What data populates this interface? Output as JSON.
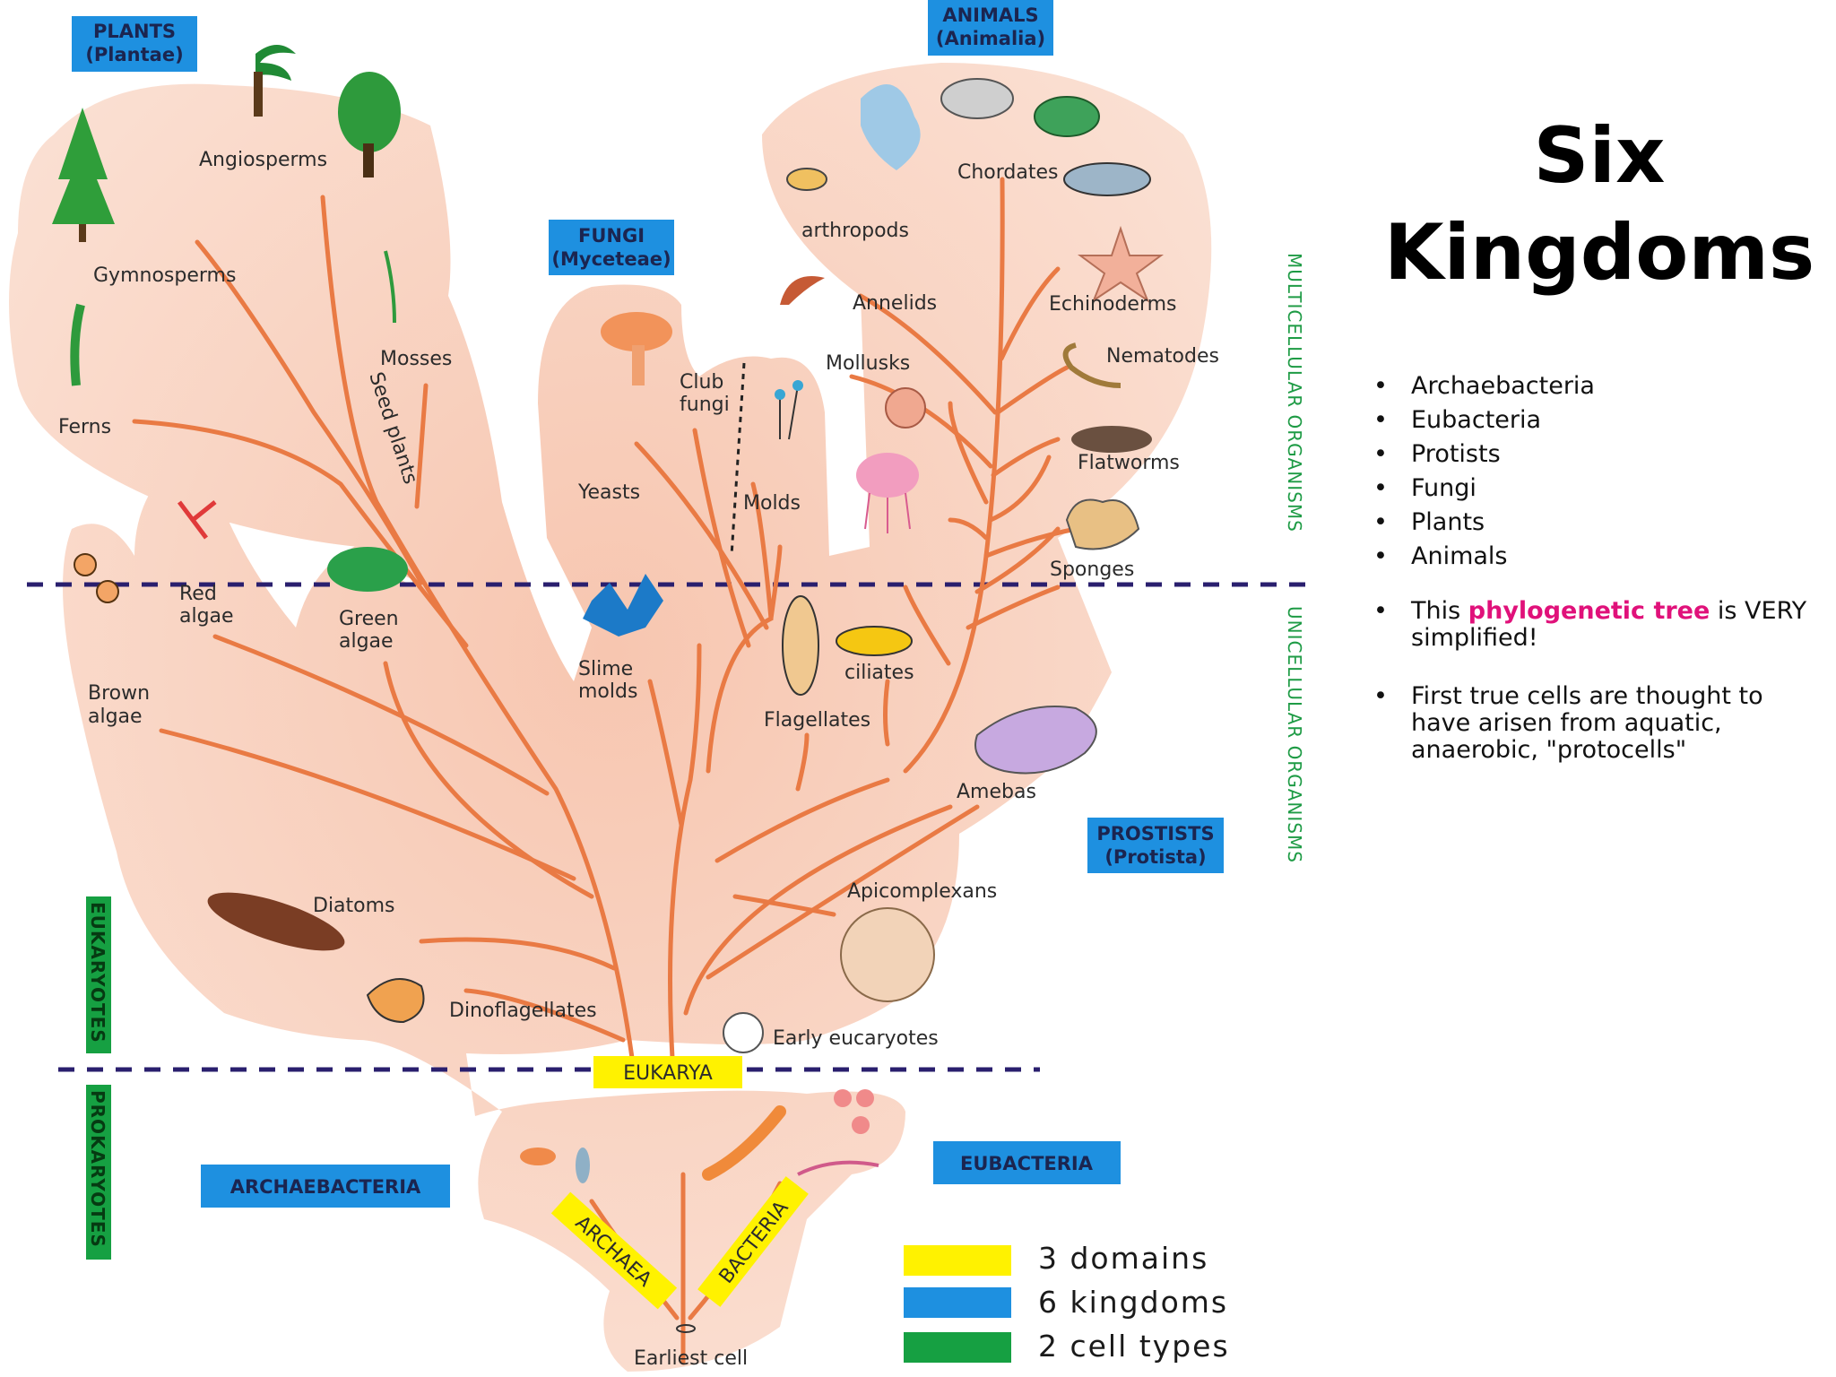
{
  "kingdom_boxes": {
    "plants": [
      "PLANTS",
      "(Plantae)"
    ],
    "animals": [
      "ANIMALS",
      "(Animalia)"
    ],
    "fungi": [
      "FUNGI",
      "(Myceteae)"
    ],
    "protists": [
      "PROSTISTS",
      "(Protista)"
    ],
    "archaebacteria": "ARCHAEBACTERIA",
    "eubacteria": "EUBACTERIA"
  },
  "domain_label": "EUKARYA",
  "branch_labels": {
    "archaea": "ARCHAEA",
    "bacteria": "BACTERIA",
    "seed_plants": "Seed plants"
  },
  "organisms": {
    "angiosperms": "Angiosperms",
    "gymnosperms": "Gymnosperms",
    "mosses": "Mosses",
    "ferns": "Ferns",
    "red_algae": [
      "Red",
      "algae"
    ],
    "green_algae": [
      "Green",
      "algae"
    ],
    "brown_algae": [
      "Brown",
      "algae"
    ],
    "club_fungi": [
      "Club",
      "fungi"
    ],
    "yeasts": "Yeasts",
    "molds": "Molds",
    "slime_molds": [
      "Slime",
      "molds"
    ],
    "chordates": "Chordates",
    "arthropods": "arthropods",
    "annelids": "Annelids",
    "echinoderms": "Echinoderms",
    "mollusks": "Mollusks",
    "nematodes": "Nematodes",
    "flatworms": "Flatworms",
    "sponges": "Sponges",
    "ciliates": "ciliates",
    "flagellates": "Flagellates",
    "amebas": "Amebas",
    "apicomplexans": "Apicomplexans",
    "diatoms": "Diatoms",
    "dinoflagellates": "Dinoflagellates",
    "early_eucaryotes": "Early eucaryotes",
    "earliest_cell": "Earliest cell"
  },
  "vertical_labels": {
    "multicellular": "MULTICELLULAR ORGANISMS",
    "unicellular": "UNICELLULAR ORGANISMS",
    "eukaryotes": "EUKARYOTES",
    "prokaryotes": "PROKARYOTES"
  },
  "legend": [
    {
      "label": "3 domains",
      "color": "#fff200"
    },
    {
      "label": "6 kingdoms",
      "color": "#1e90e0"
    },
    {
      "label": "2 cell types",
      "color": "#16a042"
    }
  ],
  "colors": {
    "kingdom_box": "#1e90e0",
    "domain_box": "#fff200",
    "cell_type_box": "#16a042",
    "tree_fill": "#f6c8b4",
    "branch": "#e97a44",
    "divider": "#2a1f6e",
    "highlight": "#e0117a"
  },
  "sidebar": {
    "title": [
      "Six",
      "Kingdoms"
    ],
    "kingdoms": [
      "Archaebacteria",
      "Eubacteria",
      "Protists",
      "Fungi",
      "Plants",
      "Animals"
    ],
    "note1_prefix": "This ",
    "note1_highlight": "phylogenetic tree",
    "note1_suffix": " is VERY simplified!",
    "note2": "First true cells are thought to have arisen from aquatic, anaerobic, \"protocells\""
  }
}
